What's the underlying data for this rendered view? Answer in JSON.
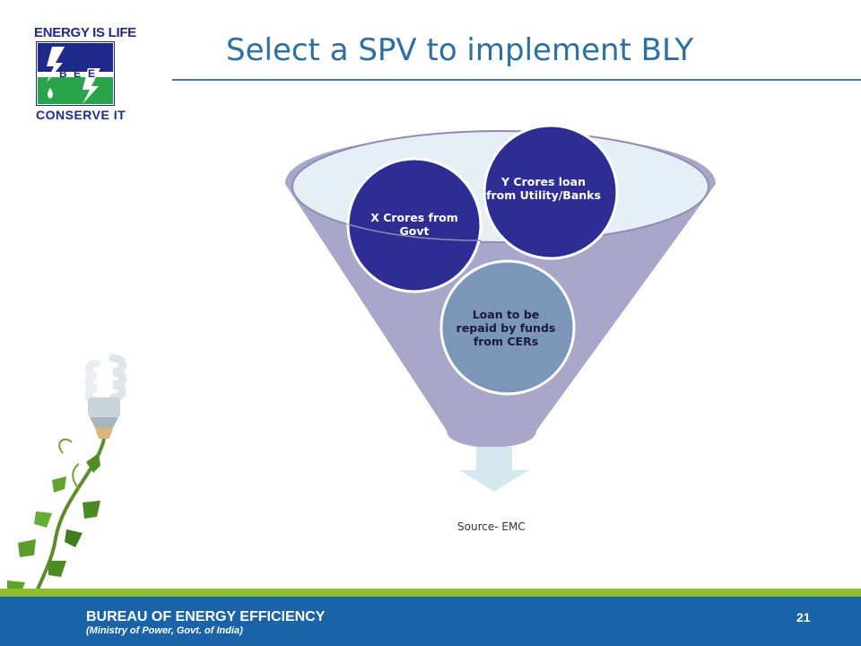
{
  "logo": {
    "top_text": "ENERGY IS LIFE",
    "box_letters": [
      "B",
      "E",
      "E"
    ],
    "bottom_text": "CONSERVE IT"
  },
  "slide": {
    "title": "Select a SPV to implement BLY",
    "source": "Source- EMC",
    "page_number": "21"
  },
  "diagram": {
    "circle_x": "X Crores from Govt",
    "circle_y": "Y Crores loan from Utility/Banks",
    "circle_loan": "Loan to be repaid by funds from CERs"
  },
  "footer": {
    "title": "BUREAU OF ENERGY EFFICIENCY",
    "subtitle": "(Ministry of Power, Govt. of India)"
  },
  "colors": {
    "title": "#2d6ea3",
    "funnel_body": "#a9a7c9",
    "funnel_rim": "#e6eff5",
    "circle_dark": "#2e2d93",
    "circle_loan": "#7b96b8",
    "arrow": "#d6e8ef",
    "footer_blue": "#1b63a8",
    "footer_green": "#8dbf2a"
  },
  "icons": [
    "cfl-bulb-icon",
    "ivy-vine-icon",
    "bee-logo-icon"
  ]
}
